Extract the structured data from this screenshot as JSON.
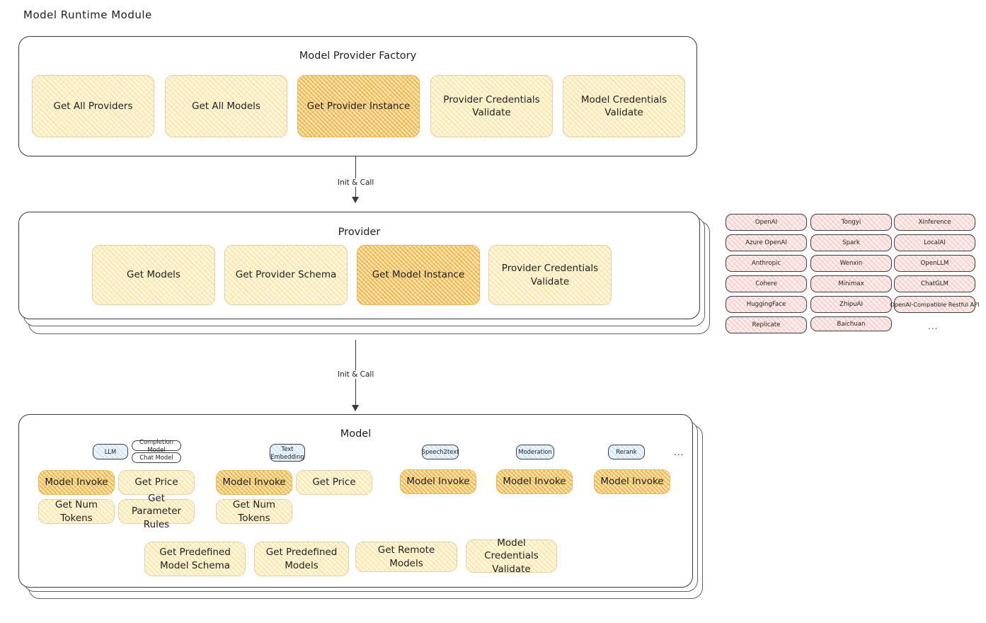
{
  "page": {
    "title": "Model Runtime Module"
  },
  "factory": {
    "title": "Model Provider Factory",
    "items": [
      {
        "label": "Get All Providers",
        "highlight": false
      },
      {
        "label": "Get All Models",
        "highlight": false
      },
      {
        "label": "Get Provider Instance",
        "highlight": true
      },
      {
        "label": "Provider Credentials Validate",
        "highlight": false
      },
      {
        "label": "Model Credentials Validate",
        "highlight": false
      }
    ]
  },
  "arrows": [
    {
      "label": "Init & Call"
    },
    {
      "label": "Init & Call"
    }
  ],
  "provider": {
    "title": "Provider",
    "items": [
      {
        "label": "Get Models",
        "highlight": false
      },
      {
        "label": "Get Provider Schema",
        "highlight": false
      },
      {
        "label": "Get Model Instance",
        "highlight": true
      },
      {
        "label": "Provider Credentials Validate",
        "highlight": false
      }
    ]
  },
  "provider_list": {
    "columns": [
      {
        "items": [
          "OpenAI",
          "Azure OpenAI",
          "Anthropic",
          "Cohere",
          "HuggingFace",
          "Replicate"
        ]
      },
      {
        "items": [
          "Tongyi",
          "Spark",
          "Wenxin",
          "Minimax",
          "ZhipuAI",
          "Baichuan"
        ]
      },
      {
        "items": [
          "Xinference",
          "LocalAI",
          "OpenLLM",
          "ChatGLM",
          "OpenAI-Compatible Restful API"
        ]
      }
    ],
    "more": "..."
  },
  "model": {
    "title": "Model",
    "more": "...",
    "types": [
      {
        "name": "LLM",
        "sub": [
          "Completion Model",
          "Chat Model"
        ],
        "methods": [
          {
            "label": "Model Invoke",
            "highlight": true
          },
          {
            "label": "Get Price",
            "highlight": false
          },
          {
            "label": "Get Num Tokens",
            "highlight": false
          },
          {
            "label": "Get Parameter Rules",
            "highlight": false
          }
        ]
      },
      {
        "name": "Text Embedding",
        "sub": [],
        "methods": [
          {
            "label": "Model Invoke",
            "highlight": true
          },
          {
            "label": "Get Price",
            "highlight": false
          },
          {
            "label": "Get Num Tokens",
            "highlight": false
          }
        ]
      },
      {
        "name": "Speech2text",
        "sub": [],
        "methods": [
          {
            "label": "Model Invoke",
            "highlight": true
          }
        ]
      },
      {
        "name": "Moderation",
        "sub": [],
        "methods": [
          {
            "label": "Model Invoke",
            "highlight": true
          }
        ]
      },
      {
        "name": "Rerank",
        "sub": [],
        "methods": [
          {
            "label": "Model Invoke",
            "highlight": true
          }
        ]
      }
    ],
    "common_methods": [
      "Get Predefined Model Schema",
      "Get Predefined Models",
      "Get Remote Models",
      "Model Credentials Validate"
    ]
  },
  "colors": {
    "fill_yellow": "#fdf6dd",
    "fill_yellow_highlight": "#fbe2ad",
    "fill_pink": "#fdecea",
    "fill_blue": "#e8f3fc",
    "stroke_dark": "#343a40",
    "text": "#1e1e1e"
  }
}
